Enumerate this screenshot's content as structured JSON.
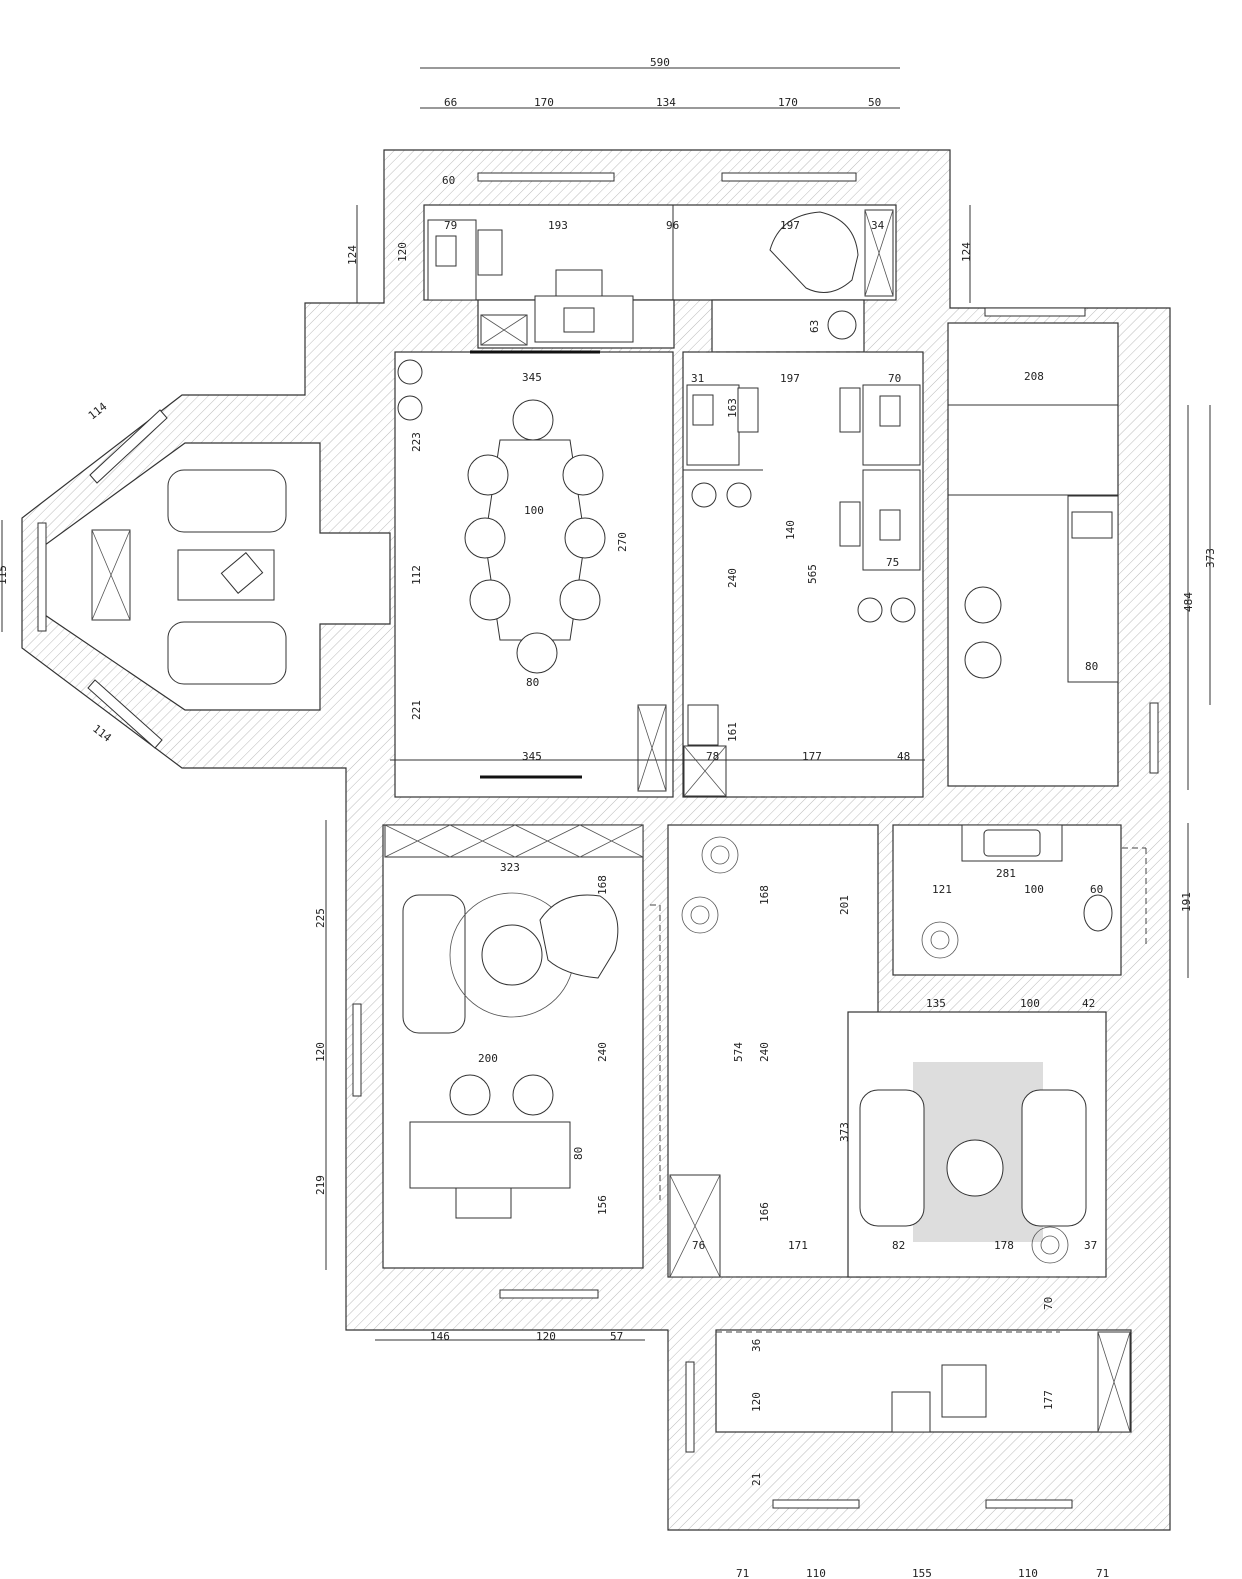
{
  "dimensions": {
    "top_total": "590",
    "top_segments": [
      "66",
      "170",
      "134",
      "170",
      "50"
    ],
    "office_top": [
      "60",
      "79",
      "193",
      "96",
      "197",
      "34"
    ],
    "office_side": [
      "124",
      "120",
      "124"
    ],
    "bay": [
      "114",
      "115",
      "114"
    ],
    "meeting": [
      "345",
      "223",
      "112",
      "221",
      "100",
      "270",
      "80",
      "345"
    ],
    "corridor_top": [
      "31",
      "197",
      "70",
      "63",
      "208"
    ],
    "corridor_mid": [
      "163",
      "140",
      "240",
      "565",
      "75",
      "161",
      "78",
      "177",
      "48"
    ],
    "right_side": [
      "484",
      "373",
      "80"
    ],
    "living": [
      "323",
      "168",
      "225",
      "120",
      "219",
      "200",
      "240",
      "80",
      "156"
    ],
    "hall": [
      "168",
      "201",
      "574",
      "240",
      "373",
      "166",
      "76",
      "171",
      "82",
      "178",
      "37"
    ],
    "bath": [
      "281",
      "121",
      "100",
      "60",
      "191"
    ],
    "lounge": [
      "135",
      "100",
      "42"
    ],
    "lower_left": [
      "146",
      "120",
      "57"
    ],
    "bottom_room": [
      "70",
      "36",
      "120",
      "177",
      "21"
    ],
    "bottom_segments": [
      "71",
      "110",
      "155",
      "110",
      "71"
    ]
  }
}
